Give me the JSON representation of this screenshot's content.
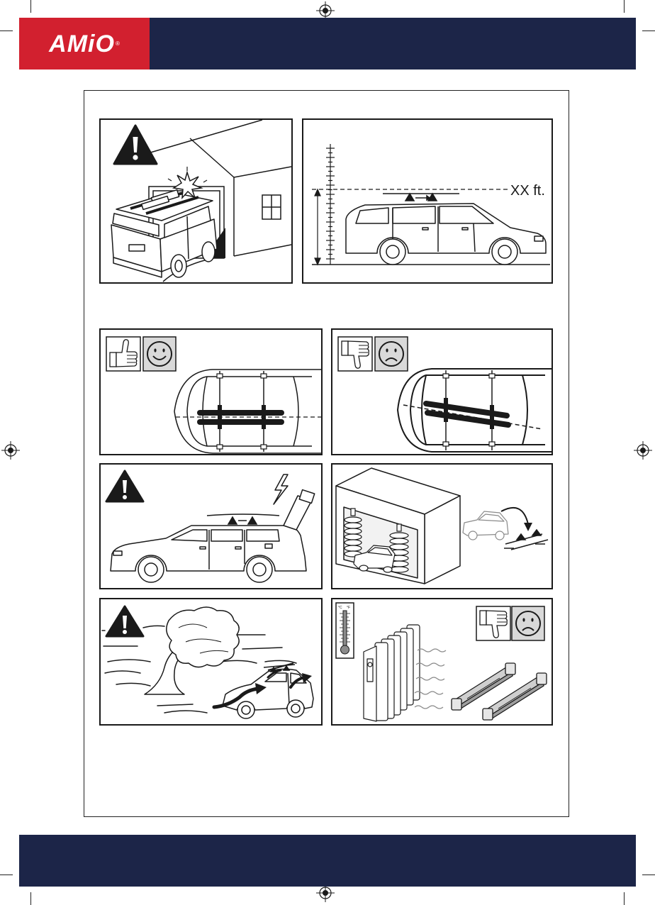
{
  "brand": {
    "logo": "AMiO",
    "registered": "®"
  },
  "colors": {
    "brand_red": "#d2202f",
    "navy": "#1c2548",
    "ink": "#1a1a1a",
    "smiley_background": "#d9d9d9"
  },
  "panels": {
    "garage_warning": {
      "icon": "warning-icon"
    },
    "height_check": {
      "label": "XX ft."
    },
    "correct_mounting": {
      "icons": [
        "thumbs-up-icon",
        "smiley-happy-icon"
      ]
    },
    "wrong_mounting": {
      "icons": [
        "thumbs-down-icon",
        "smiley-sad-icon"
      ]
    },
    "tailgate_warning": {
      "icons": [
        "warning-icon",
        "lightning-icon"
      ]
    },
    "car_wash": {
      "icon": "curved-arrow-icon"
    },
    "wind_warning": {
      "icon": "warning-icon"
    },
    "heat_warning": {
      "celsius": "°C",
      "fahrenheit": "°F",
      "icons": [
        "thermometer-icon",
        "thumbs-down-icon",
        "smiley-sad-icon"
      ]
    }
  }
}
